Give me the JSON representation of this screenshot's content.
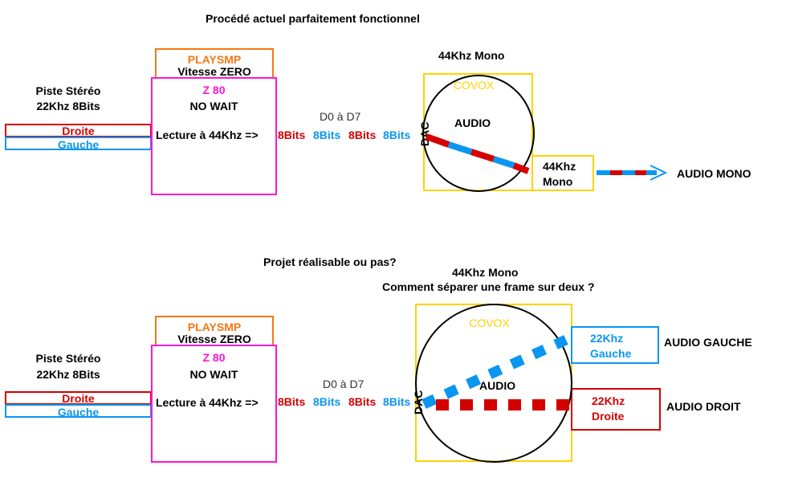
{
  "colors": {
    "red": "#d40000",
    "blue": "#0a96f0",
    "magenta": "#ff14d2",
    "orange": "#f57814",
    "yellow": "#ffd200",
    "black": "#000000"
  },
  "top": {
    "title": "Procédé actuel parfaitement fonctionnel",
    "track": {
      "line1": "Piste Stéréo",
      "line2": "22Khz 8Bits"
    },
    "channels": {
      "right": "Droite",
      "left": "Gauche"
    },
    "playsmp": {
      "title": "PLAYSMP",
      "subtitle": "Vitesse ZERO"
    },
    "z80": {
      "title": "Z 80",
      "mode": "NO WAIT",
      "read": "Lecture à 44Khz =>"
    },
    "bus_label": "D0 à D7",
    "bits": [
      "8Bits",
      "8Bits",
      "8Bits",
      "8Bits"
    ],
    "covox": {
      "label": "COVOX",
      "heading": "44Khz Mono",
      "audio": "AUDIO",
      "dac": "DAC"
    },
    "output_box": {
      "line1": "44Khz",
      "line2": "Mono"
    },
    "output_label": "AUDIO MONO"
  },
  "bottom": {
    "question": "Projet réalisable ou pas?",
    "heading1": "44Khz Mono",
    "heading2": "Comment séparer une frame sur deux ?",
    "track": {
      "line1": "Piste Stéréo",
      "line2": "22Khz 8Bits"
    },
    "channels": {
      "right": "Droite",
      "left": "Gauche"
    },
    "playsmp": {
      "title": "PLAYSMP",
      "subtitle": "Vitesse ZERO"
    },
    "z80": {
      "title": "Z 80",
      "mode": "NO WAIT",
      "read": "Lecture à 44Khz =>"
    },
    "bus_label": "D0 à D7",
    "bits": [
      "8Bits",
      "8Bits",
      "8Bits",
      "8Bits"
    ],
    "covox": {
      "label": "COVOX",
      "audio": "AUDIO",
      "dac": "DAC"
    },
    "left_out": {
      "line1": "22Khz",
      "line2": "Gauche",
      "label": "AUDIO GAUCHE"
    },
    "right_out": {
      "line1": "22Khz",
      "line2": "Droite",
      "label": "AUDIO DROIT"
    }
  }
}
